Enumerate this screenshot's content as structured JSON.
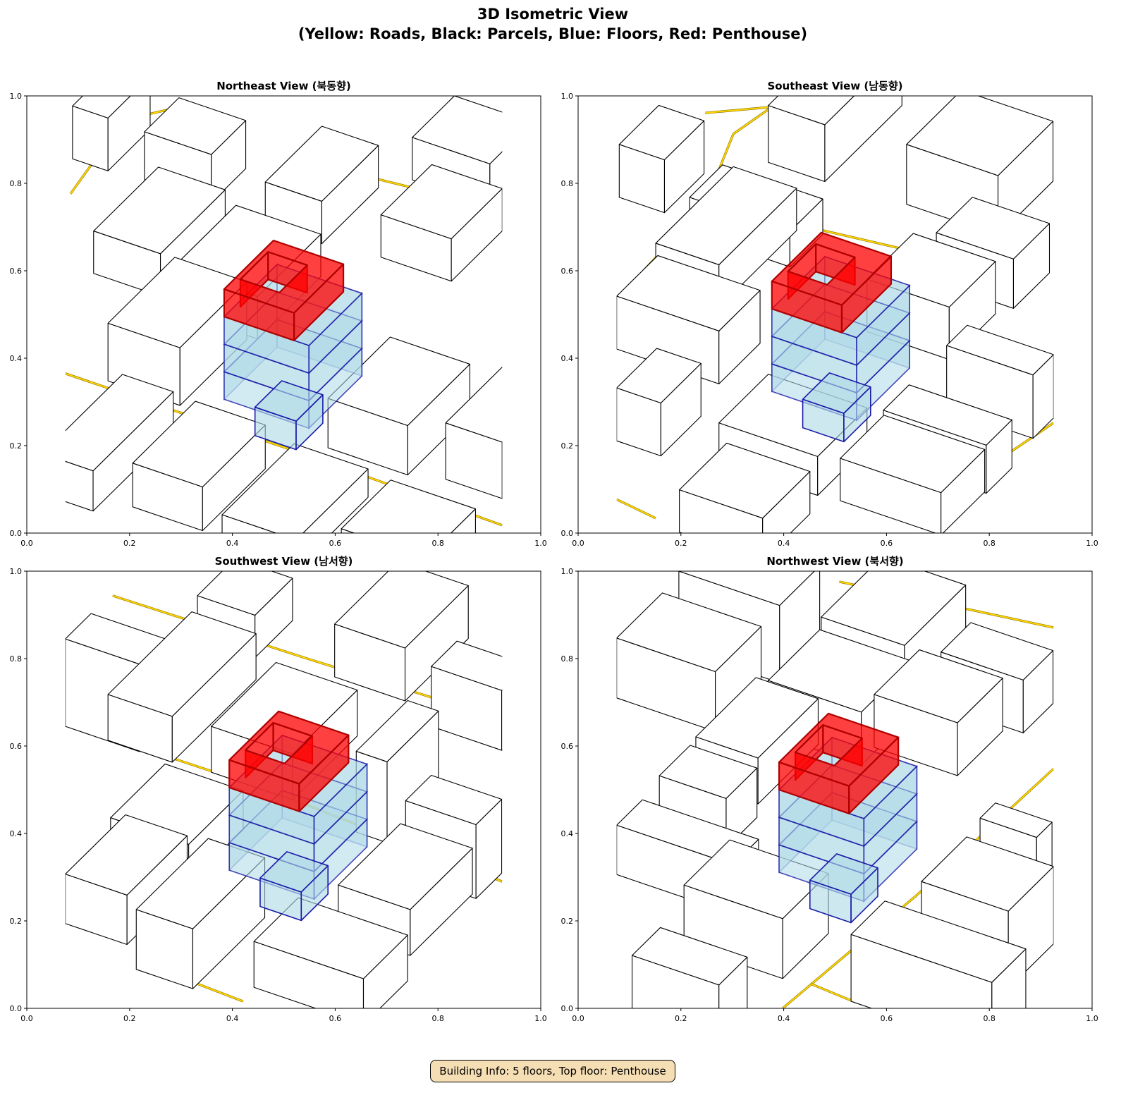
{
  "figure": {
    "title_line1": "3D Isometric View",
    "title_line2": "(Yellow: Roads, Black: Parcels, Blue: Floors, Red: Penthouse)",
    "info": "Building Info: 5 floors, Top floor: Penthouse"
  },
  "colors": {
    "road": "#ffd700",
    "road_edge": "#8a7000",
    "parcel": "#000000",
    "floor_fill": "#add8e6",
    "floor_edge": "#1a1aa8",
    "penthouse_fill": "#ff0000",
    "penthouse_edge": "#b00000"
  },
  "chart_data": [
    {
      "type": "isometric-3d",
      "title": "Northeast View (북동향)",
      "xlim": [
        0,
        1
      ],
      "ylim": [
        0,
        1
      ],
      "xticks": [
        "0.0",
        "0.2",
        "0.4",
        "0.6",
        "0.8",
        "1.0"
      ],
      "yticks": [
        "0.0",
        "0.2",
        "0.4",
        "0.6",
        "0.8",
        "1.0"
      ],
      "building": {
        "origin": [
          0.384,
          0.306
        ],
        "a": 0.165,
        "b": 0.103,
        "floor_height": 0.063,
        "floors": 3,
        "penthouse": {
          "a": 0.136,
          "b": 0.096
        },
        "annex": [
          0.444,
          0.268,
          0.08,
          0.052,
          0.065
        ]
      },
      "parcels": [
        [
          0.229,
          0.808,
          0.13,
          0.067,
          0.11
        ],
        [
          0.13,
          0.594,
          0.13,
          0.126,
          0.097
        ],
        [
          0.158,
          0.348,
          0.14,
          0.13,
          0.132
        ],
        [
          0.03,
          0.09,
          0.099,
          0.156,
          0.092
        ],
        [
          0.206,
          0.06,
          0.136,
          0.122,
          0.1
        ],
        [
          0.38,
          -0.023,
          0.144,
          0.14,
          0.065
        ],
        [
          0.586,
          0.195,
          0.155,
          0.121,
          0.113
        ],
        [
          0.689,
          0.631,
          0.137,
          0.099,
          0.097
        ],
        [
          0.464,
          0.706,
          0.11,
          0.11,
          0.097
        ],
        [
          0.815,
          0.123,
          0.11,
          0.11,
          0.129
        ],
        [
          0.612,
          -0.071,
          0.165,
          0.096,
          0.081
        ],
        [
          0.089,
          0.856,
          0.069,
          0.082,
          0.121
        ],
        [
          0.284,
          0.51,
          0.165,
          0.123,
          0.097
        ],
        [
          0.75,
          0.808,
          0.151,
          0.082,
          0.097
        ]
      ],
      "roads": [
        [
          [
            0.075,
            0.365
          ],
          [
            0.277,
            0.284
          ],
          [
            0.524,
            0.187
          ],
          [
            0.925,
            0.018
          ]
        ],
        [
          [
            0.085,
            0.776
          ],
          [
            0.188,
            0.945
          ],
          [
            0.277,
            0.969
          ]
        ],
        [
          [
            0.661,
            0.816
          ],
          [
            0.771,
            0.784
          ]
        ]
      ]
    },
    {
      "type": "isometric-3d",
      "title": "Southeast View (남동향)",
      "xlim": [
        0,
        1
      ],
      "ylim": [
        0,
        1
      ],
      "xticks": [
        "0.0",
        "0.2",
        "0.4",
        "0.6",
        "0.8",
        "1.0"
      ],
      "yticks": [
        "0.0",
        "0.2",
        "0.4",
        "0.6",
        "0.8",
        "1.0"
      ],
      "building": {
        "origin": [
          0.377,
          0.324
        ],
        "a": 0.165,
        "b": 0.103,
        "floor_height": 0.063,
        "floors": 3,
        "penthouse": {
          "a": 0.136,
          "b": 0.096
        },
        "annex": [
          0.437,
          0.286,
          0.08,
          0.052,
          0.065
        ]
      },
      "parcels": [
        [
          0.08,
          0.768,
          0.088,
          0.077,
          0.121
        ],
        [
          0.217,
          0.687,
          0.195,
          0.064,
          0.081
        ],
        [
          0.151,
          0.566,
          0.123,
          0.151,
          0.097
        ],
        [
          0.075,
          0.421,
          0.199,
          0.08,
          0.121
        ],
        [
          0.075,
          0.211,
          0.086,
          0.078,
          0.121
        ],
        [
          0.274,
          0.163,
          0.192,
          0.096,
          0.089
        ],
        [
          0.197,
          0.002,
          0.162,
          0.092,
          0.097
        ],
        [
          0.51,
          0.074,
          0.196,
          0.085,
          0.097
        ],
        [
          0.37,
          0.848,
          0.11,
          0.15,
          0.13
        ],
        [
          0.639,
          0.752,
          0.178,
          0.107,
          0.137
        ],
        [
          0.717,
          0.284,
          0.168,
          0.04,
          0.145
        ],
        [
          0.594,
          0.171,
          0.2,
          0.05,
          0.11
        ],
        [
          0.697,
          0.574,
          0.15,
          0.07,
          0.113
        ],
        [
          0.562,
          0.461,
          0.16,
          0.09,
          0.12
        ]
      ],
      "roads": [
        [
          [
            0.075,
            0.534
          ],
          [
            0.247,
            0.752
          ],
          [
            0.302,
            0.913
          ],
          [
            0.37,
            0.969
          ]
        ],
        [
          [
            0.247,
            0.961
          ],
          [
            0.37,
            0.974
          ]
        ],
        [
          [
            0.466,
            0.695
          ],
          [
            0.672,
            0.639
          ]
        ],
        [
          [
            0.075,
            0.077
          ],
          [
            0.151,
            0.034
          ]
        ],
        [
          [
            0.823,
            0.171
          ],
          [
            0.925,
            0.252
          ]
        ]
      ]
    },
    {
      "type": "isometric-3d",
      "title": "Southwest View (남서향)",
      "xlim": [
        0,
        1
      ],
      "ylim": [
        0,
        1
      ],
      "xticks": [
        "0.0",
        "0.2",
        "0.4",
        "0.6",
        "0.8",
        "1.0"
      ],
      "yticks": [
        "0.0",
        "0.2",
        "0.4",
        "0.6",
        "0.8",
        "1.0"
      ],
      "building": {
        "origin": [
          0.394,
          0.316
        ],
        "a": 0.165,
        "b": 0.103,
        "floor_height": 0.063,
        "floors": 3,
        "penthouse": {
          "a": 0.136,
          "b": 0.096
        },
        "annex": [
          0.454,
          0.278,
          0.08,
          0.052,
          0.065
        ]
      },
      "parcels": [
        [
          0.075,
          0.645,
          0.144,
          0.05,
          0.2
        ],
        [
          0.158,
          0.613,
          0.125,
          0.163,
          0.105
        ],
        [
          0.359,
          0.54,
          0.158,
          0.126,
          0.105
        ],
        [
          0.599,
          0.758,
          0.137,
          0.123,
          0.121
        ],
        [
          0.163,
          0.347,
          0.152,
          0.106,
          0.089
        ],
        [
          0.213,
          0.089,
          0.11,
          0.14,
          0.137
        ],
        [
          0.442,
          0.048,
          0.213,
          0.086,
          0.105
        ],
        [
          0.606,
          0.177,
          0.14,
          0.121,
          0.105
        ],
        [
          0.737,
          0.306,
          0.137,
          0.05,
          0.169
        ],
        [
          0.641,
          0.403,
          0.06,
          0.1,
          0.185
        ],
        [
          0.787,
          0.645,
          0.137,
          0.05,
          0.137
        ],
        [
          0.075,
          0.194,
          0.12,
          0.117,
          0.113
        ],
        [
          0.332,
          0.847,
          0.112,
          0.073,
          0.097
        ]
      ],
      "roads": [
        [
          [
            0.075,
            0.653
          ],
          [
            0.469,
            0.5
          ],
          [
            0.925,
            0.29
          ]
        ],
        [
          [
            0.167,
            0.944
          ],
          [
            0.551,
            0.798
          ],
          [
            0.925,
            0.661
          ]
        ],
        [
          [
            0.332,
            0.056
          ],
          [
            0.421,
            0.016
          ]
        ]
      ]
    },
    {
      "type": "isometric-3d",
      "title": "Northwest View (북서향)",
      "xlim": [
        0,
        1
      ],
      "ylim": [
        0,
        1
      ],
      "xticks": [
        "0.0",
        "0.2",
        "0.4",
        "0.6",
        "0.8",
        "1.0"
      ],
      "yticks": [
        "0.0",
        "0.2",
        "0.4",
        "0.6",
        "0.8",
        "1.0"
      ],
      "building": {
        "origin": [
          0.391,
          0.311
        ],
        "a": 0.165,
        "b": 0.103,
        "floor_height": 0.063,
        "floors": 3,
        "penthouse": {
          "a": 0.136,
          "b": 0.096
        },
        "annex": [
          0.451,
          0.273,
          0.08,
          0.052,
          0.065
        ]
      },
      "parcels": [
        [
          0.075,
          0.71,
          0.192,
          0.089,
          0.137
        ],
        [
          0.196,
          0.823,
          0.196,
          0.078,
          0.177
        ],
        [
          0.473,
          0.71,
          0.162,
          0.119,
          0.185
        ],
        [
          0.37,
          0.629,
          0.181,
          0.1,
          0.121
        ],
        [
          0.576,
          0.597,
          0.162,
          0.088,
          0.121
        ],
        [
          0.706,
          0.694,
          0.16,
          0.058,
          0.121
        ],
        [
          0.229,
          0.516,
          0.121,
          0.117,
          0.105
        ],
        [
          0.158,
          0.419,
          0.13,
          0.06,
          0.113
        ],
        [
          0.075,
          0.306,
          0.226,
          0.05,
          0.113
        ],
        [
          0.206,
          0.145,
          0.192,
          0.089,
          0.137
        ],
        [
          0.531,
          0.016,
          0.274,
          0.066,
          0.153
        ],
        [
          0.668,
          0.113,
          0.169,
          0.088,
          0.177
        ],
        [
          0.105,
          0.0,
          0.169,
          0.055,
          0.121
        ],
        [
          0.782,
          0.274,
          0.11,
          0.03,
          0.161
        ]
      ],
      "roads": [
        [
          [
            0.075,
            0.387
          ],
          [
            0.151,
            0.468
          ]
        ],
        [
          [
            0.398,
            0.0
          ],
          [
            0.658,
            0.258
          ],
          [
            0.925,
            0.548
          ]
        ],
        [
          [
            0.453,
            0.056
          ],
          [
            0.535,
            0.016
          ]
        ],
        [
          [
            0.508,
            0.976
          ],
          [
            0.925,
            0.871
          ]
        ]
      ]
    }
  ]
}
